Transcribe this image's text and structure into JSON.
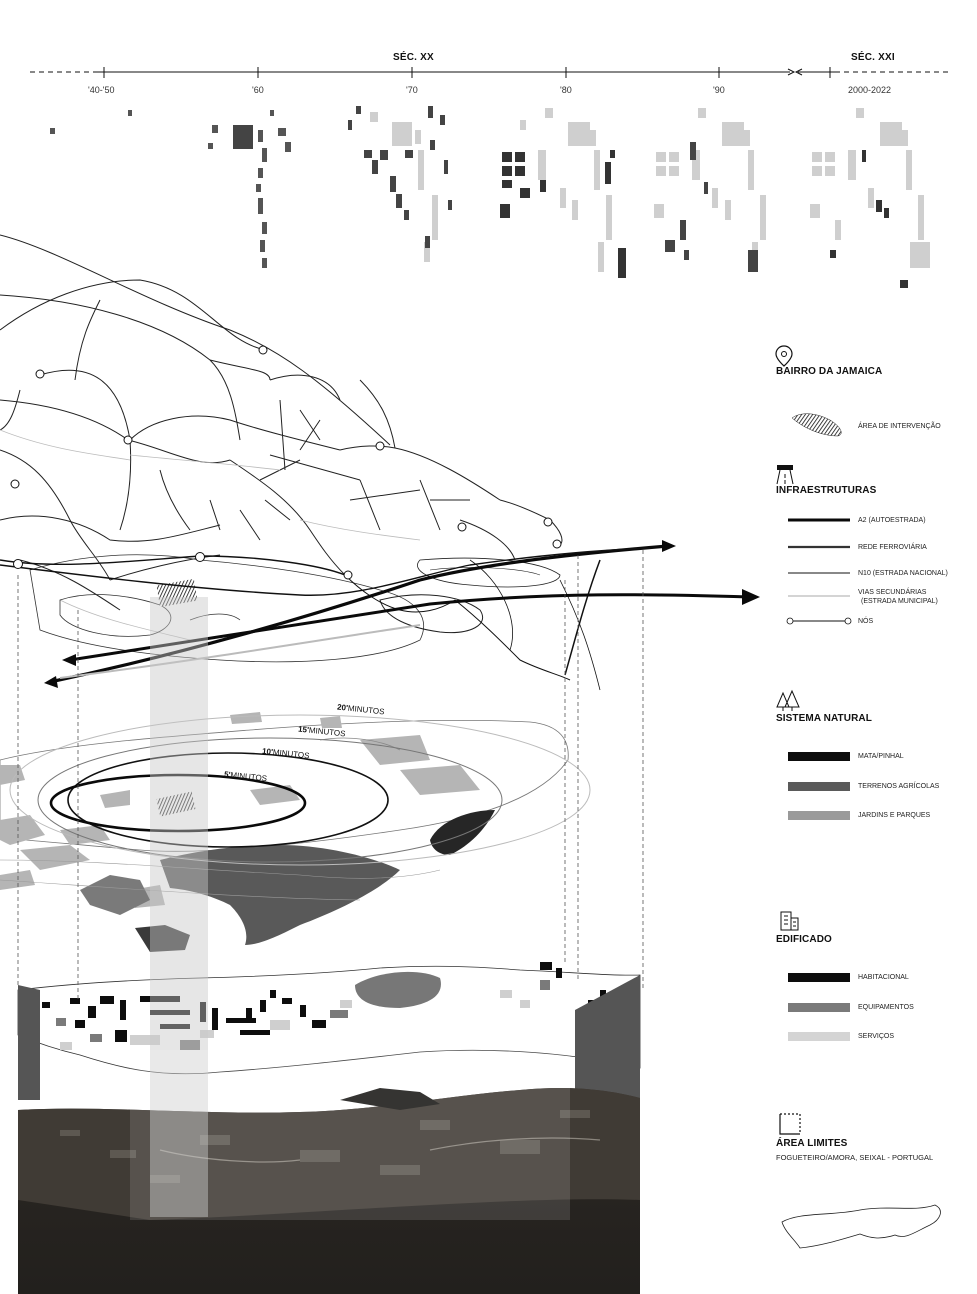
{
  "timeline": {
    "centuries": [
      {
        "label": "SÉC. XX"
      },
      {
        "label": "SÉC. XXI"
      }
    ],
    "decades": [
      "'40-'50",
      "'60",
      "'70",
      "'80",
      "'90",
      "2000-2022"
    ]
  },
  "rings": [
    {
      "value": "20'",
      "unit": "MINUTOS"
    },
    {
      "value": "15'",
      "unit": "MINUTOS"
    },
    {
      "value": "10'",
      "unit": "MINUTOS"
    },
    {
      "value": "5'",
      "unit": "MINUTOS"
    }
  ],
  "legend": {
    "bairro": {
      "title": "BAIRRO DA JAMAICA",
      "icon": "location-pin-icon",
      "items": [
        "ÁREA DE INTERVENÇÃO"
      ]
    },
    "infra": {
      "title": "INFRAESTRUTURAS",
      "icon": "road-icon",
      "items": [
        "A2 (AUTOESTRADA)",
        "REDE FERROVIÁRIA",
        "N10 (ESTRADA NACIONAL)",
        "VIAS SECUNDÁRIAS",
        "(ESTRADA MUNICIPAL)",
        "NÓS"
      ]
    },
    "natural": {
      "title": "SISTEMA NATURAL",
      "icon": "trees-icon",
      "items": [
        "MATA/PINHAL",
        "TERRENOS AGRÍCOLAS",
        "JARDINS E PARQUES"
      ],
      "colors": [
        "#0d0d0d",
        "#5a5a5a",
        "#9a9a9a"
      ]
    },
    "edificado": {
      "title": "EDIFICADO",
      "icon": "building-icon",
      "items": [
        "HABITACIONAL",
        "EQUIPAMENTOS",
        "SERVIÇOS"
      ],
      "colors": [
        "#0d0d0d",
        "#7a7a7a",
        "#cfcfcf"
      ]
    },
    "area": {
      "title": "ÁREA LIMITES",
      "icon": "boundary-corner-icon",
      "subtitle": "FOGUETEIRO/AMORA, SEIXAL - PORTUGAL"
    }
  }
}
